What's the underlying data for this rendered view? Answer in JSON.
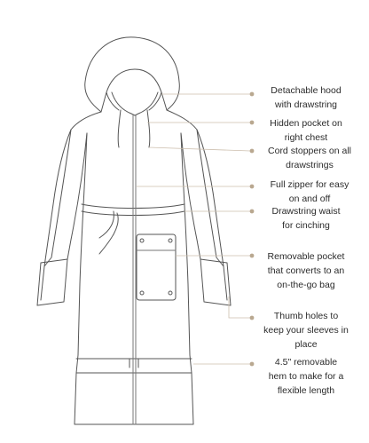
{
  "callouts": {
    "hood": "Detachable hood\nwith drawstring",
    "chest_pocket": "Hidden pocket on\nright chest",
    "cord_stoppers": "Cord stoppers on all\ndrawstrings",
    "zipper": "Full zipper for easy\non and off",
    "waist": "Drawstring waist\nfor cinching",
    "pocket": "Removable pocket\nthat converts to an\non-the-go bag",
    "thumb": "Thumb holes to\nkeep your sleeves in\nplace",
    "hem": "4.5\" removable\nhem to make for a\nflexible length"
  },
  "colors": {
    "line": "#555555",
    "leader": "#cdbfae",
    "dot": "#b9a890",
    "text": "#2b2b2b"
  }
}
